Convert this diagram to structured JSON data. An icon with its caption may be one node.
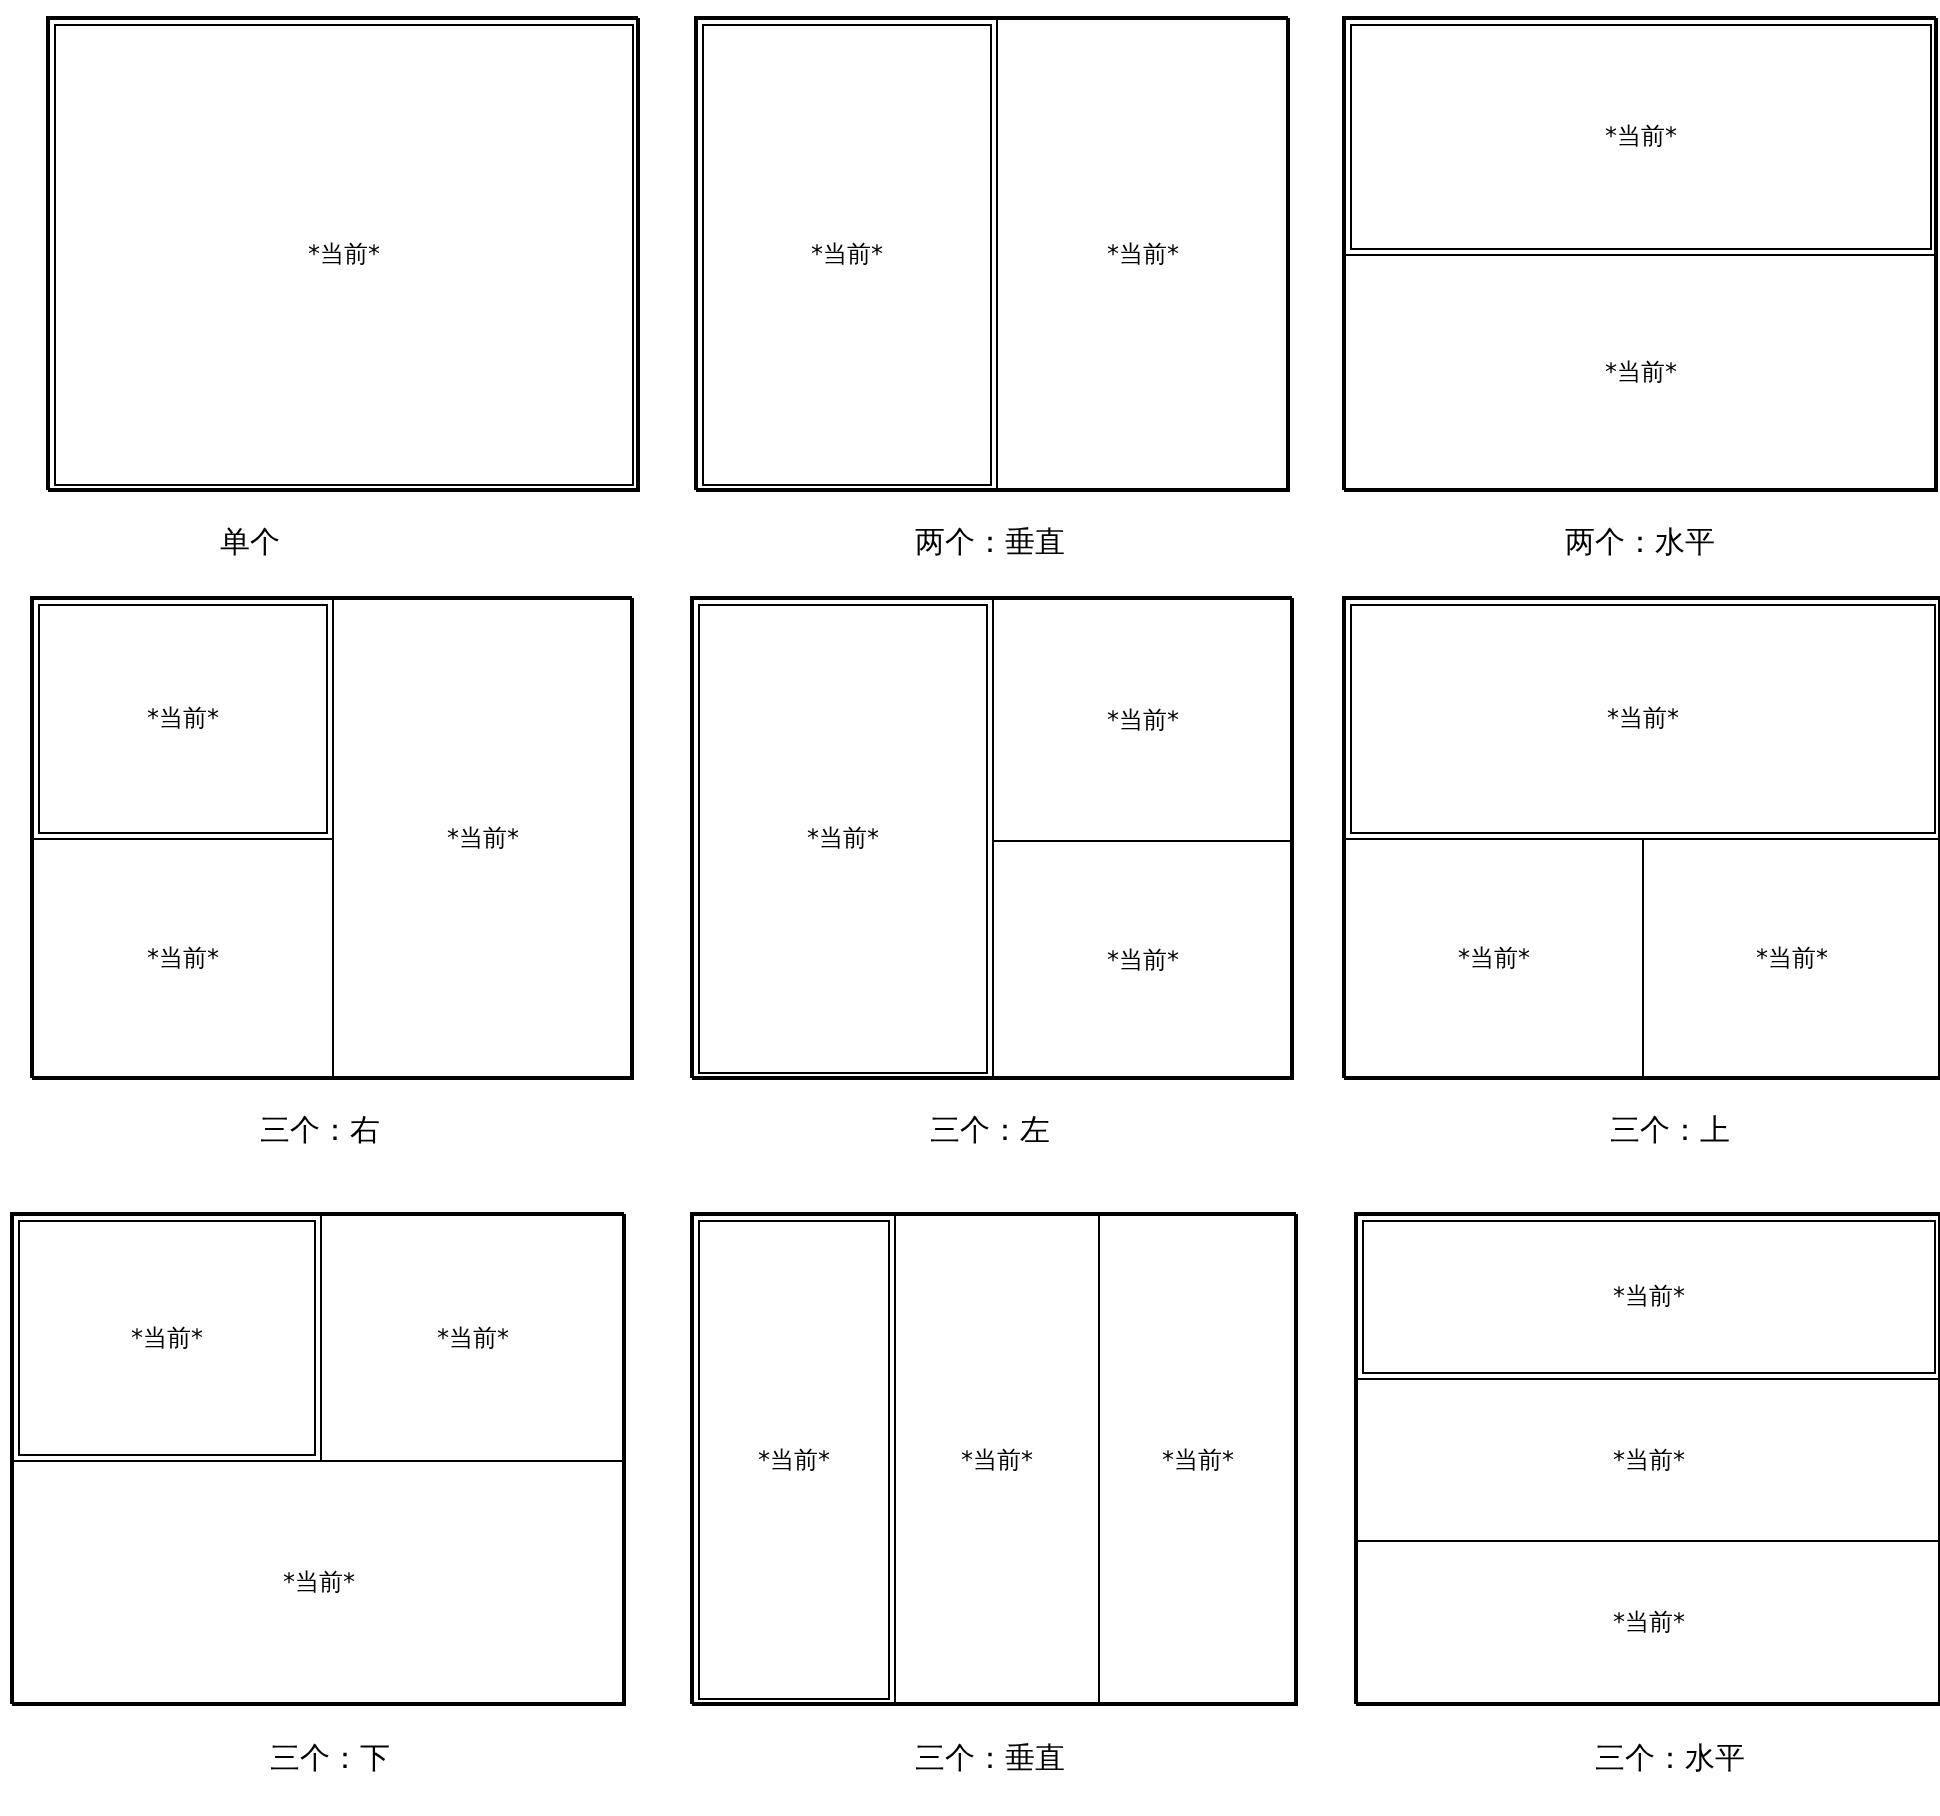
{
  "diagram": {
    "nodes": [
      {
        "text": [],
        "shape": "box",
        "beside": [
          "单个"
        ]
      },
      {
        "text": [
          "*当前*"
        ],
        "in": 0
      },
      {
        "text": [],
        "shape": "box",
        "beside": [
          "两个：垂直"
        ]
      },
      {
        "text": [
          "*当前*"
        ],
        "in": 2
      },
      {
        "text": [
          "*当前*"
        ],
        "in": 2
      },
      {
        "text": [],
        "shape": "box",
        "beside": [
          "两个：水平"
        ]
      },
      {
        "text": [
          "*当前*"
        ],
        "in": 5
      },
      {
        "text": [
          "*当前*"
        ],
        "in": 5
      },
      {
        "text": [],
        "shape": "box",
        "beside": [
          "三个：右"
        ]
      },
      {
        "text": [
          "*当前*"
        ],
        "in": 8
      },
      {
        "text": [
          "*当前*"
        ],
        "in": 8
      },
      {
        "text": [
          "*当前*"
        ],
        "in": 8
      },
      {
        "text": [],
        "shape": "box",
        "beside": [
          "三个：左"
        ]
      },
      {
        "text": [
          "*当前*"
        ],
        "in": 12
      },
      {
        "text": [
          "*当前*"
        ],
        "in": 12
      },
      {
        "text": [
          "*当前*"
        ],
        "in": 12
      },
      {
        "text": [],
        "shape": "box",
        "beside": [
          "三个：上"
        ]
      },
      {
        "text": [
          "*当前*"
        ],
        "in": 16
      },
      {
        "text": [
          "*当前*"
        ],
        "in": 16
      },
      {
        "text": [
          "*当前*"
        ],
        "in": 16
      },
      {
        "text": [],
        "shape": "box",
        "beside": [
          "三个：下"
        ]
      },
      {
        "text": [
          "*当前*"
        ],
        "in": 20
      },
      {
        "text": [
          "*当前*"
        ],
        "in": 20
      },
      {
        "text": [
          "*当前*"
        ],
        "in": 20
      },
      {
        "text": [],
        "shape": "box",
        "beside": [
          "三个：垂直"
        ]
      },
      {
        "text": [
          "*当前*"
        ],
        "in": 24
      },
      {
        "text": [
          "*当前*"
        ],
        "in": 24
      },
      {
        "text": [
          "*当前*"
        ],
        "in": 24
      },
      {
        "text": [],
        "shape": "box",
        "beside": [
          "三个：水平"
        ]
      },
      {
        "text": [
          "*当前*"
        ],
        "in": 28
      },
      {
        "text": [
          "*当前*"
        ],
        "in": 28
      },
      {
        "text": [
          "*当前*"
        ],
        "in": 28
      }
    ]
  }
}
